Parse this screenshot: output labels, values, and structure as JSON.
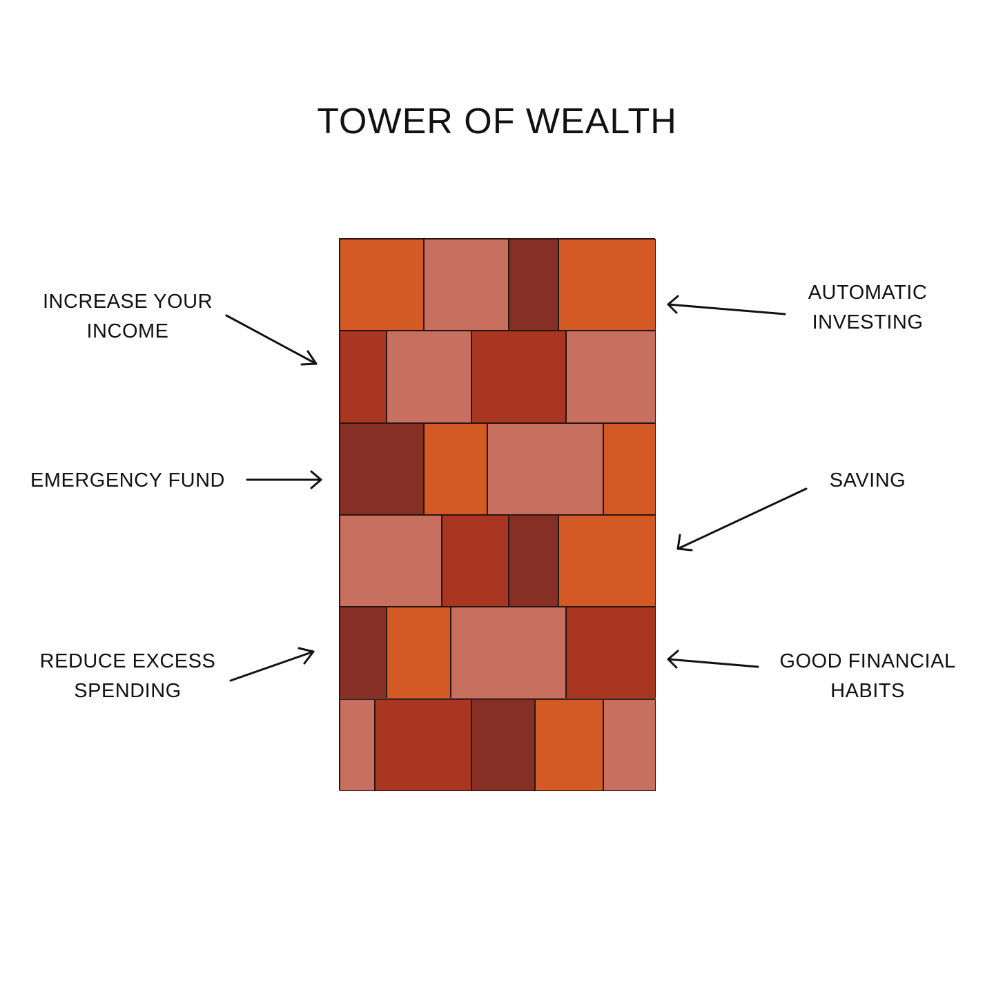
{
  "title": "TOWER OF WEALTH",
  "labels": {
    "increase_income": [
      "INCREASE YOUR",
      "INCOME"
    ],
    "emergency_fund": [
      "EMERGENCY FUND"
    ],
    "reduce_spending": [
      "REDUCE EXCESS",
      "SPENDING"
    ],
    "automatic_investing": [
      "AUTOMATIC",
      "INVESTING"
    ],
    "saving": [
      "SAVING"
    ],
    "good_habits": [
      "GOOD FINANCIAL",
      "HABITS"
    ]
  },
  "colors": {
    "orange": "#d35a25",
    "salmon": "#c87060",
    "dark": "#862f24",
    "red": "#a83620",
    "outline": "#2a1410",
    "text": "#111111"
  },
  "tower_rows": [
    [
      "orange",
      "salmon",
      "dark",
      "orange"
    ],
    [
      "red",
      "salmon",
      "red",
      "salmon"
    ],
    [
      "dark",
      "orange",
      "salmon",
      "orange"
    ],
    [
      "salmon",
      "red",
      "dark",
      "orange"
    ],
    [
      "dark",
      "orange",
      "salmon",
      "red"
    ],
    [
      "salmon",
      "red",
      "dark",
      "orange",
      "salmon"
    ]
  ]
}
